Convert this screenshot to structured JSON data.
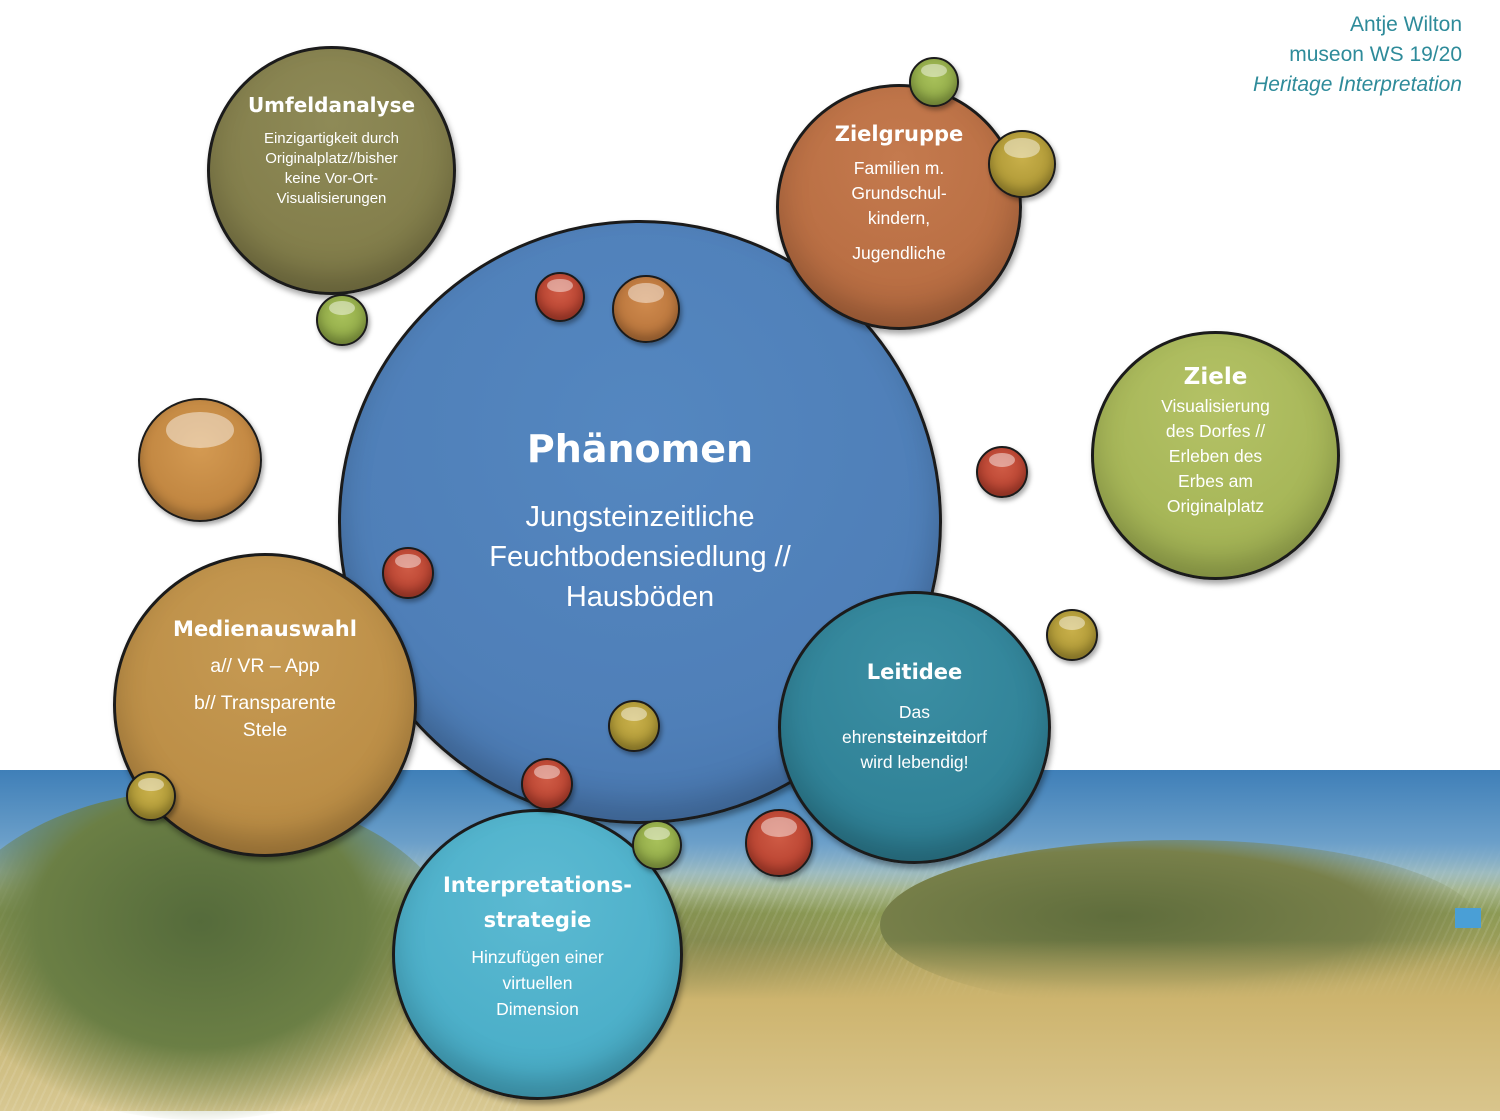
{
  "credit": {
    "line1": "Antje Wilton",
    "line2": "museon WS 19/20",
    "line3": "Heritage Interpretation"
  },
  "center": {
    "title": "Phänomen",
    "line1": "Jungsteinzeitliche",
    "line2": "Feuchtbodensiedlung //",
    "line3": "Hausböden"
  },
  "umfeldanalyse": {
    "title": "Umfeldanalyse",
    "lines": [
      "Einzigartigkeit durch",
      "Originalplatz//bisher",
      "keine Vor-Ort-",
      "Visualisierungen"
    ]
  },
  "zielgruppe": {
    "title": "Zielgruppe",
    "lines": [
      "Familien m.",
      "Grundschul-",
      "kindern,",
      "Jugendliche"
    ]
  },
  "ziele": {
    "title": "Ziele",
    "lines": [
      "Visualisierung",
      "des Dorfes //",
      "Erleben des",
      "Erbes am",
      "Originalplatz"
    ]
  },
  "medienauswahl": {
    "title": "Medienauswahl",
    "lines": [
      "a// VR – App",
      "b// Transparente",
      "Stele"
    ]
  },
  "leitidee": {
    "title": "Leitidee",
    "line1": "Das",
    "line2_pre": "ehren",
    "line2_bold": "steinzeit",
    "line2_post": "dorf",
    "line3": "wird lebendig!"
  },
  "interpretationsstrategie": {
    "title_line1": "Interpretations-",
    "title_line2": "strategie",
    "lines": [
      "Hinzufügen einer",
      "virtuellen",
      "Dimension"
    ]
  },
  "colors": {
    "center": "#4f7fb8",
    "umfeldanalyse": "#827d4a",
    "zielgruppe": "#b86d42",
    "ziele": "#a4b455",
    "medienauswahl": "#bb8d45",
    "leitidee": "#2f8196",
    "interpretationsstrategie": "#4aaec8",
    "credit_text": "#2e8b9a"
  }
}
